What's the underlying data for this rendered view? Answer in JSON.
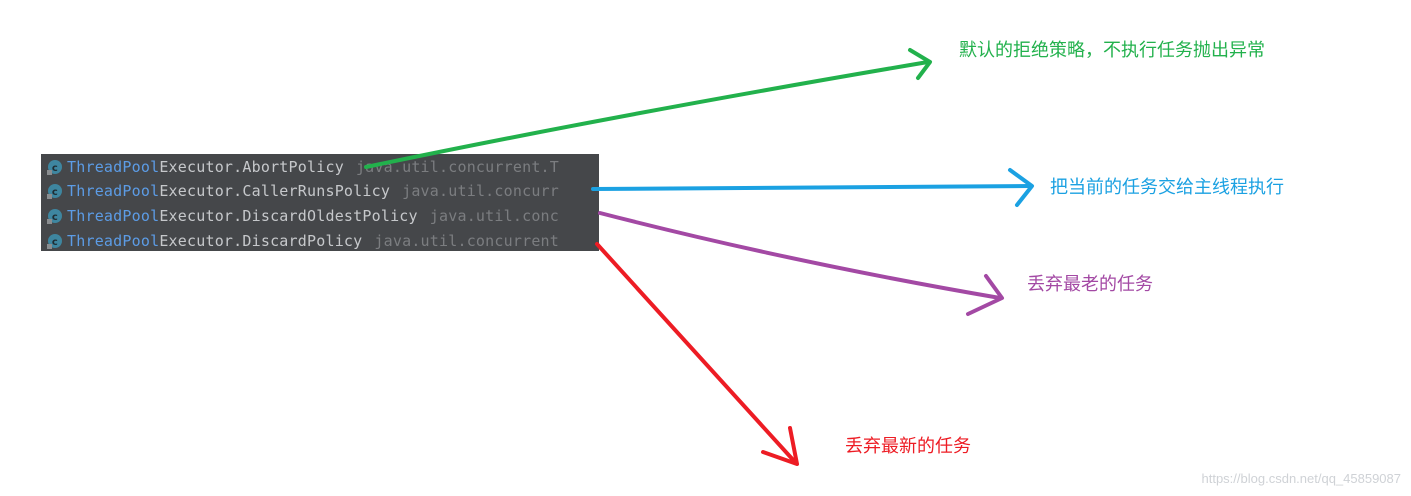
{
  "completion_list": {
    "items": [
      {
        "icon": "class-icon",
        "highlighted": "ThreadPool",
        "rest": "Executor.AbortPolicy",
        "package": "java.util.concurrent.T"
      },
      {
        "icon": "class-icon",
        "highlighted": "ThreadPool",
        "rest": "Executor.CallerRunsPolicy",
        "package": "java.util.concurr"
      },
      {
        "icon": "class-icon",
        "highlighted": "ThreadPool",
        "rest": "Executor.DiscardOldestPolicy",
        "package": "java.util.conc"
      },
      {
        "icon": "class-icon",
        "highlighted": "ThreadPool",
        "rest": "Executor.DiscardPolicy",
        "package": "java.util.concurrent"
      }
    ]
  },
  "annotations": [
    {
      "text": "默认的拒绝策略，不执行任务抛出异常",
      "color": "#22b14c"
    },
    {
      "text": "把当前的任务交给主线程执行",
      "color": "#1ba1e2"
    },
    {
      "text": "丢弃最老的任务",
      "color": "#a349a4"
    },
    {
      "text": "丢弃最新的任务",
      "color": "#ed1c24"
    }
  ],
  "colors": {
    "panel_background": "#45474a",
    "match_highlight": "#5c9ce6",
    "class_text": "#c6c8cb",
    "package_text": "#7b7d80",
    "icon_fill": "#3e86a0"
  },
  "watermark": "https://blog.csdn.net/qq_45859087"
}
